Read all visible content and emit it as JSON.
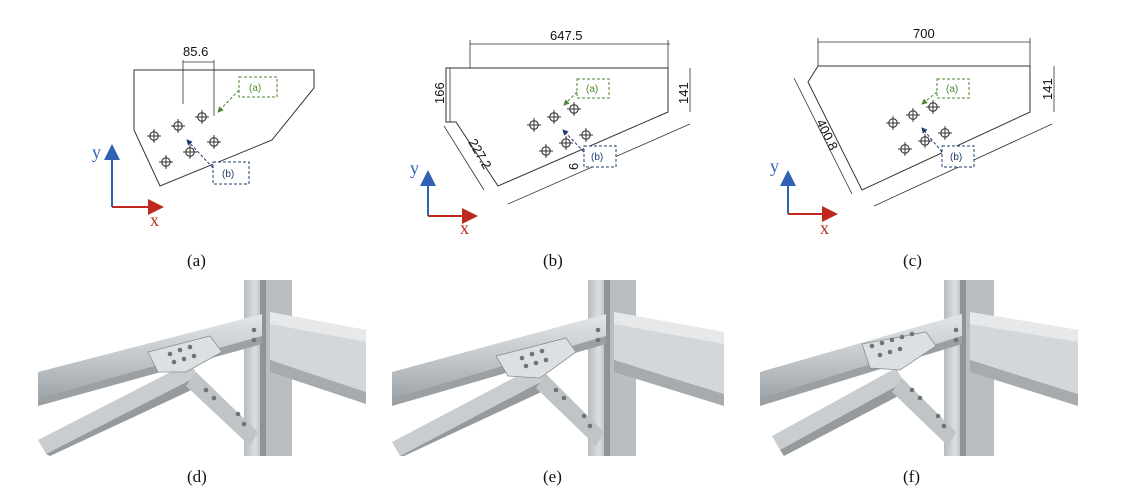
{
  "figure": {
    "panel_captions": [
      "(a)",
      "(b)",
      "(c)",
      "(d)",
      "(e)",
      "(f)"
    ],
    "dimensions": {
      "a": {
        "top": "85.6"
      },
      "b": {
        "top": "647.5",
        "left": "166",
        "right": "141",
        "diagonal": "227.2",
        "small": "6"
      },
      "c": {
        "top": "700",
        "right": "141",
        "diagonal": "400.8"
      }
    },
    "callouts": {
      "upper": "(a)",
      "lower": "(b)"
    },
    "axes": {
      "x": "x",
      "y": "y"
    },
    "colors": {
      "upper_callout": "#4e8a2e",
      "lower_callout": "#1f3b73",
      "x_axis": "#c0281e",
      "y_axis": "#2f62b4",
      "steel": "#c4c9cc"
    }
  }
}
